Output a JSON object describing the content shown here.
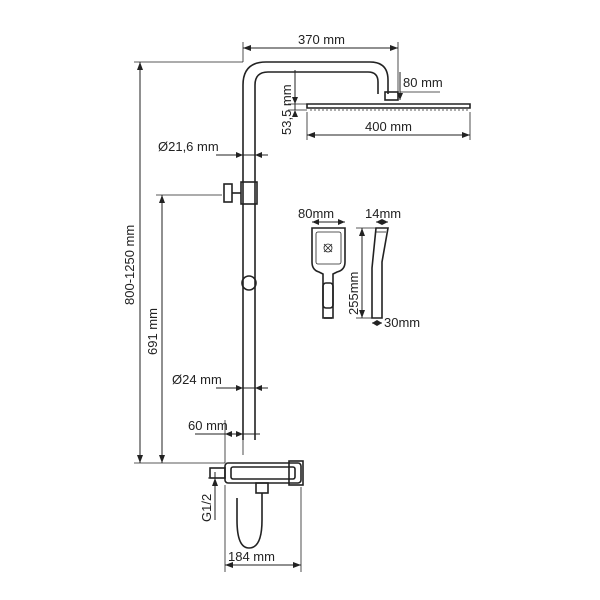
{
  "dimensions": {
    "arm_length": "370 mm",
    "arm_drop": "80 mm",
    "head_height": "53,5 mm",
    "head_width": "400 mm",
    "upper_pipe_dia": "Ø21,6 mm",
    "total_height": "800-1250 mm",
    "slider_height": "691 mm",
    "lower_pipe_dia": "Ø24 mm",
    "wall_offset": "60 mm",
    "inlet_thread": "G1/2",
    "mixer_width": "184 mm"
  },
  "hand_shower": {
    "width": "80mm",
    "thickness": "14mm",
    "length": "255mm",
    "handle_width": "30mm"
  }
}
